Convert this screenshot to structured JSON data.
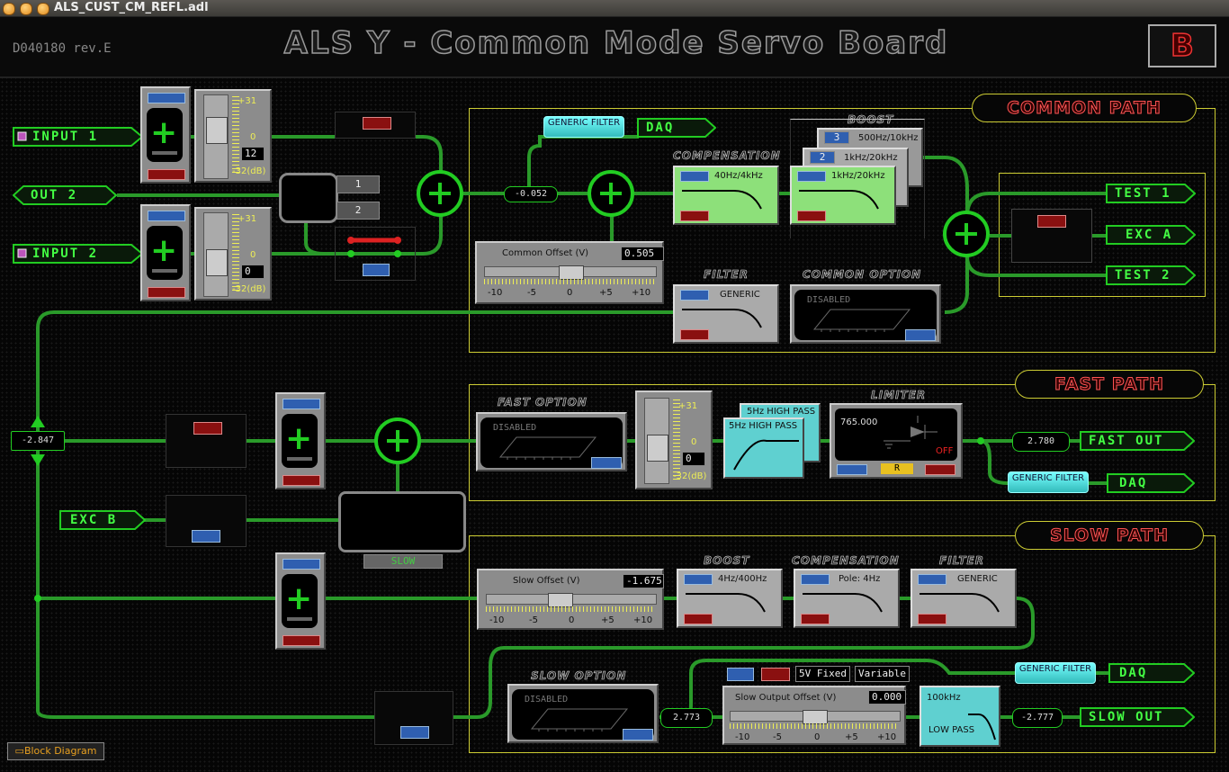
{
  "window": {
    "title": "ALS_CUST_CM_REFL.adl"
  },
  "header": {
    "doc_id": "D040180 rev.E",
    "title": "ALS Y - Common Mode Servo Board",
    "board": "B"
  },
  "sections": {
    "common": "COMMON PATH",
    "fast": "FAST PATH",
    "slow": "SLOW PATH"
  },
  "ports": {
    "input1": "INPUT 1",
    "input2": "INPUT 2",
    "out2": "OUT 2",
    "daq": "DAQ",
    "test1": "TEST 1",
    "test2": "TEST 2",
    "exca": "EXC A",
    "excb": "EXC B",
    "fast_out": "FAST OUT",
    "slow_out": "SLOW OUT"
  },
  "gain1": {
    "max": "+31",
    "zero": "0",
    "min": "-32(dB)",
    "value": "12"
  },
  "gain2": {
    "max": "+31",
    "zero": "0",
    "min": "-32(dB)",
    "value": "0"
  },
  "fast_gain": {
    "max": "+31",
    "zero": "0",
    "min": "-32(dB)",
    "value": "0"
  },
  "mux": {
    "opt1": "1",
    "opt2": "2"
  },
  "common": {
    "in_value": "-0.052",
    "generic_filter": "GENERIC FILTER",
    "offset_label": "Common Offset (V)",
    "offset_value": "0.505",
    "ticks": [
      "-10",
      "-5",
      "0",
      "+5",
      "+10"
    ],
    "compensation": {
      "label": "COMPENSATION",
      "name": "40Hz/4kHz"
    },
    "boost": {
      "label": "BOOST",
      "stage1": "1kHz/20kHz",
      "stage2": "1kHz/20kHz",
      "stage3": "500Hz/10kHz",
      "num2": "2",
      "num3": "3"
    },
    "filter": {
      "label": "FILTER",
      "name": "GENERIC"
    },
    "option": {
      "label": "COMMON  OPTION",
      "state": "DISABLED"
    }
  },
  "fast": {
    "left_value": "-2.847",
    "option": {
      "label": "FAST  OPTION",
      "state": "DISABLED"
    },
    "hp1": "5Hz HIGH PASS",
    "hp2": "5Hz HIGH PASS",
    "limiter": {
      "label": "LIMITER",
      "value": "765.000",
      "state": "OFF",
      "btn": "R"
    },
    "out_value": "2.780",
    "generic_filter": "GENERIC FILTER",
    "slow_btn": "SLOW"
  },
  "slow": {
    "offset_label": "Slow Offset (V)",
    "offset_value": "-1.675",
    "ticks": [
      "-10",
      "-5",
      "0",
      "+5",
      "+10"
    ],
    "boost": {
      "label": "BOOST",
      "name": "4Hz/400Hz"
    },
    "compensation": {
      "label": "COMPENSATION",
      "name": "Pole: 4Hz"
    },
    "filter": {
      "label": "FILTER",
      "name": "GENERIC"
    },
    "option": {
      "label": "SLOW  OPTION",
      "state": "DISABLED"
    },
    "mid_value": "2.773",
    "out_offset_label": "Slow Output Offset (V)",
    "out_offset_value": "0.000",
    "fixed_btn": "5V Fixed",
    "variable_btn": "Variable",
    "lowpass_freq": "100kHz",
    "lowpass_label": "LOW PASS",
    "out_value": "-2.777",
    "generic_filter": "GENERIC FILTER"
  },
  "footer": {
    "block_diagram": "Block Diagram"
  }
}
